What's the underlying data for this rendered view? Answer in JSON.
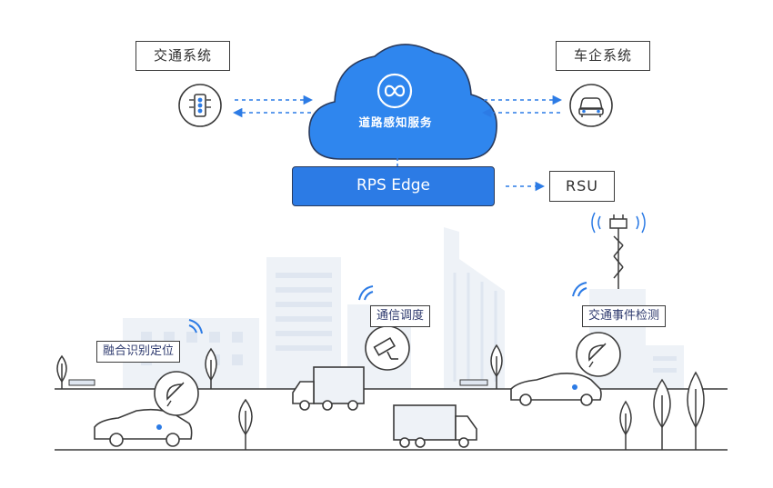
{
  "cloud": {
    "title": "道路感知服务",
    "icon": "infinity-icon"
  },
  "systems": {
    "traffic": {
      "label": "交通系统",
      "icon": "traffic-light-icon"
    },
    "automaker": {
      "label": "车企系统",
      "icon": "car-front-icon"
    }
  },
  "edge": {
    "label": "RPS Edge"
  },
  "rsu": {
    "label": "RSU",
    "icon": "antenna-tower-icon"
  },
  "callouts": {
    "fusion": "融合识别定位",
    "comms": "通信调度",
    "event": "交通事件检测"
  },
  "colors": {
    "accent": "#2c7be5",
    "cloud": "#2f86ee",
    "line": "#3a3a3a",
    "building_light": "#eef2f7",
    "building_mid": "#dfe6f0"
  }
}
